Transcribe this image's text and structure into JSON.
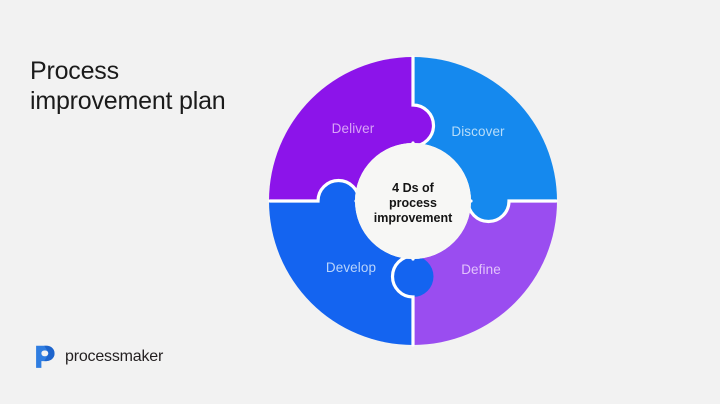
{
  "slide": {
    "background_color": "#f2f2f2",
    "title_lines": [
      "Process",
      "improvement plan"
    ]
  },
  "diagram": {
    "type": "puzzle-ring",
    "center": {
      "lines": [
        "4 Ds of",
        "process",
        "improvement"
      ],
      "fill_color": "#f7f7f5",
      "text_color": "#141414"
    },
    "segments": [
      {
        "id": "deliver",
        "label": "Deliver",
        "position": "top-left",
        "fill_color": "#8c14ea",
        "label_color": "#d9a3f7"
      },
      {
        "id": "discover",
        "label": "Discover",
        "position": "top-right",
        "fill_color": "#1589ee",
        "label_color": "#b7ddf9"
      },
      {
        "id": "define",
        "label": "Define",
        "position": "bottom-right",
        "fill_color": "#9a4df0",
        "label_color": "#e2c3fb"
      },
      {
        "id": "develop",
        "label": "Develop",
        "position": "bottom-left",
        "fill_color": "#1464f0",
        "label_color": "#b9d4fb"
      }
    ],
    "separator_color": "#ffffff"
  },
  "logo": {
    "wordmark": "processmaker",
    "mark_color": "#2f7de1",
    "mark_accent_color": "#1a5fc8",
    "wordmark_color": "#231f20"
  }
}
